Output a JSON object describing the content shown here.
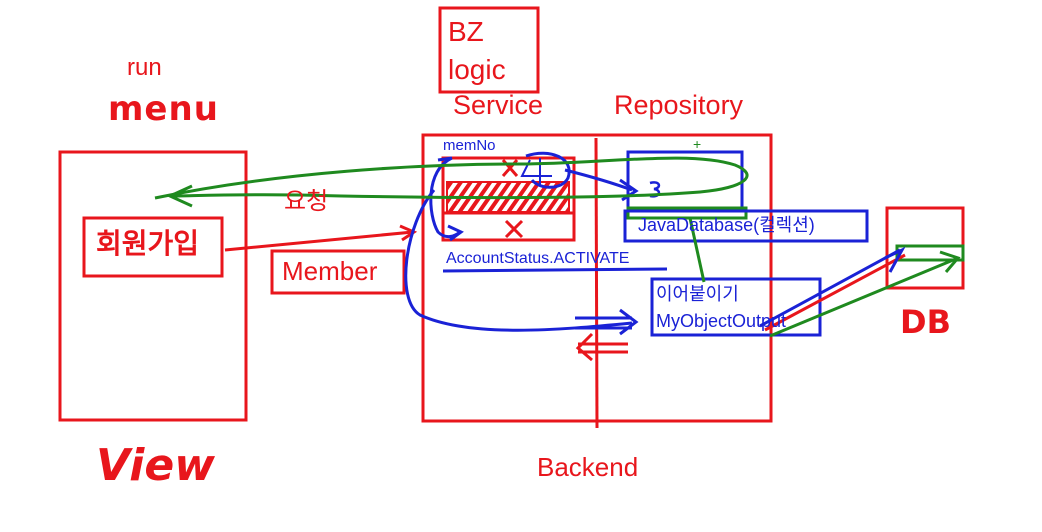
{
  "labels": {
    "run": "run",
    "menu": "menu",
    "bz_logic_1": "BZ",
    "bz_logic_2": "logic",
    "service": "Service",
    "repository": "Repository",
    "memno": "memNo",
    "request": "요청",
    "signup": "회원가입",
    "member": "Member",
    "account_status": "AccountStatus.ACTIVATE",
    "java_database": "JavaDatabase(컬렉션)",
    "append_1": "이어붙이기",
    "append_2": "MyObjectOutput",
    "db": "DB",
    "view": "View",
    "backend": "Backend",
    "x_mark": "×",
    "plus": "+"
  },
  "colors": {
    "red": "#e8161c",
    "blue": "#1a22d6",
    "green": "#1f8a1f"
  }
}
